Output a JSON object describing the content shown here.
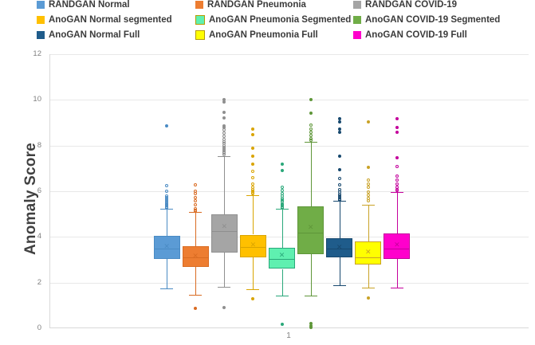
{
  "legend": {
    "rows": [
      [
        {
          "label": "RANDGAN Normal",
          "color": "#5b9bd5"
        },
        {
          "label": "RANDGAN Pneumonia",
          "color": "#ed7d31"
        },
        {
          "label": "RANDGAN COVID-19",
          "color": "#a5a5a5"
        }
      ],
      [
        {
          "label": "AnoGAN Normal segmented",
          "color": "#ffc000"
        },
        {
          "label": "AnoGAN Pneumonia Segmented",
          "color": "#5ff0b0"
        },
        {
          "label": "AnoGAN COVID-19 Segmented",
          "color": "#70ad47"
        }
      ],
      [
        {
          "label": "AnoGAN Normal Full",
          "color": "#1f5c8b"
        },
        {
          "label": "AnoGAN Pneumonia Full",
          "color": "#ffff00"
        },
        {
          "label": "AnoGAN COVID-19 Full",
          "color": "#ff00cc"
        }
      ]
    ]
  },
  "axis": {
    "ylabel": "Anomaly Score",
    "xlabel": "1",
    "yticks": [
      "0",
      "2",
      "4",
      "6",
      "8",
      "10",
      "12"
    ]
  },
  "chart_data": {
    "type": "box",
    "title": "",
    "xlabel": "1",
    "ylabel": "Anomaly Score",
    "ylim": [
      0,
      12
    ],
    "ytick_values": [
      0,
      2,
      4,
      6,
      8,
      10,
      12
    ],
    "grid": "horizontal",
    "legend_position": "top",
    "categories": [
      "1"
    ],
    "series": [
      {
        "name": "RANDGAN Normal",
        "color": "#5b9bd5",
        "fill": "#5b9bd5",
        "stroke": "#4a8bc4",
        "whisker_low": 1.75,
        "q1": 3.03,
        "median": 3.5,
        "mean": 3.55,
        "q3": 4.05,
        "whisker_high": 5.25,
        "outliers": [
          8.85,
          6.25,
          6.0,
          5.8,
          5.72,
          5.64,
          5.58,
          5.52,
          5.46,
          5.4,
          5.36,
          5.32,
          5.29,
          5.27
        ]
      },
      {
        "name": "RANDGAN Pneumonia",
        "color": "#ed7d31",
        "fill": "#ed7d31",
        "stroke": "#d96b22",
        "whisker_low": 1.47,
        "q1": 2.7,
        "median": 3.12,
        "mean": 3.15,
        "q3": 3.6,
        "whisker_high": 5.1,
        "outliers": [
          6.28,
          6.0,
          5.88,
          5.72,
          5.6,
          5.4,
          5.22,
          5.16,
          5.12,
          0.88
        ]
      },
      {
        "name": "RANDGAN COVID-19",
        "color": "#a5a5a5",
        "fill": "#a5a5a5",
        "stroke": "#8f8f8f",
        "whisker_low": 1.82,
        "q1": 3.3,
        "median": 4.25,
        "mean": 4.42,
        "q3": 5.0,
        "whisker_high": 7.55,
        "outliers": [
          10.0,
          9.9,
          9.45,
          9.2,
          8.85,
          8.78,
          8.7,
          8.55,
          8.4,
          8.28,
          8.18,
          8.08,
          8.0,
          7.92,
          7.85,
          7.78,
          7.72,
          7.66,
          7.62,
          0.92
        ]
      },
      {
        "name": "AnoGAN Normal segmented",
        "color": "#ffc000",
        "fill": "#ffc000",
        "stroke": "#d9a400",
        "whisker_low": 1.7,
        "q1": 3.12,
        "median": 3.55,
        "mean": 3.63,
        "q3": 4.1,
        "whisker_high": 5.82,
        "outliers": [
          8.72,
          8.48,
          7.88,
          7.52,
          7.18,
          6.88,
          6.58,
          6.3,
          6.18,
          6.08,
          6.0,
          5.94,
          5.9,
          1.28
        ]
      },
      {
        "name": "AnoGAN Pneumonia Segmented",
        "color": "#5ff0b0",
        "fill": "#5ff0b0",
        "stroke": "#2aa87a",
        "whisker_low": 1.43,
        "q1": 2.6,
        "median": 3.05,
        "mean": 3.18,
        "q3": 3.52,
        "whisker_high": 5.22,
        "outliers": [
          7.2,
          6.9,
          6.18,
          6.02,
          5.9,
          5.8,
          5.7,
          5.62,
          5.54,
          5.46,
          5.4,
          5.36,
          5.32,
          5.28,
          0.18
        ]
      },
      {
        "name": "AnoGAN COVID-19 Segmented",
        "color": "#70ad47",
        "fill": "#70ad47",
        "stroke": "#5f9639",
        "whisker_low": 1.43,
        "q1": 3.25,
        "median": 4.2,
        "mean": 4.38,
        "q3": 5.35,
        "whisker_high": 8.15,
        "outliers": [
          10.0,
          9.42,
          8.9,
          8.72,
          8.58,
          8.45,
          8.32,
          8.24,
          0.22,
          0.12,
          0.05
        ]
      },
      {
        "name": "AnoGAN Normal Full",
        "color": "#1f5c8b",
        "fill": "#1f5c8b",
        "stroke": "#17486e",
        "whisker_low": 1.88,
        "q1": 3.1,
        "median": 3.5,
        "mean": 3.52,
        "q3": 3.95,
        "whisker_high": 5.58,
        "outliers": [
          9.18,
          9.02,
          8.72,
          8.58,
          7.55,
          6.95,
          6.55,
          6.28,
          6.08,
          5.95,
          5.86,
          5.78,
          5.72,
          5.66,
          5.62
        ]
      },
      {
        "name": "AnoGAN Pneumonia Full",
        "color": "#ffff00",
        "fill": "#ffff00",
        "stroke": "#c9a227",
        "whisker_low": 1.78,
        "q1": 2.78,
        "median": 3.12,
        "mean": 3.3,
        "q3": 3.8,
        "whisker_high": 5.4,
        "outliers": [
          9.02,
          7.05,
          6.48,
          6.3,
          6.18,
          5.98,
          5.82,
          5.7,
          5.6,
          1.32
        ]
      },
      {
        "name": "AnoGAN COVID-19 Full",
        "color": "#ff00cc",
        "fill": "#ff00cc",
        "stroke": "#c4009c",
        "whisker_low": 1.78,
        "q1": 3.05,
        "median": 3.5,
        "mean": 3.62,
        "q3": 4.15,
        "whisker_high": 5.95,
        "outliers": [
          9.18,
          8.78,
          8.58,
          7.48,
          7.08,
          6.68,
          6.48,
          6.32,
          6.18,
          6.08,
          6.02
        ]
      }
    ]
  }
}
